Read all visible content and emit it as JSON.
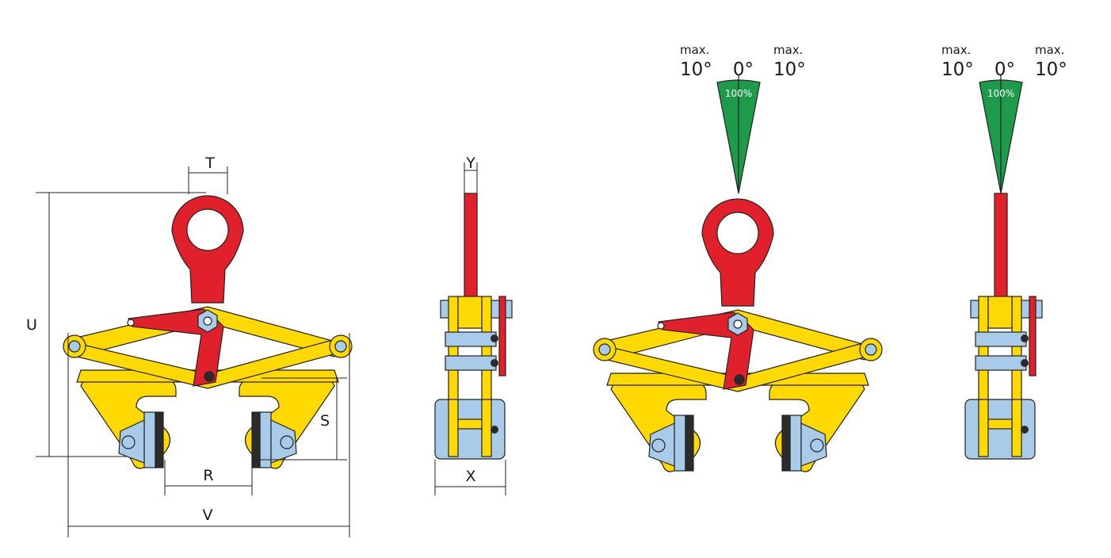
{
  "dimensions": {
    "T": "T",
    "U": "U",
    "S": "S",
    "R": "R",
    "V": "V",
    "Y": "Y",
    "X": "X"
  },
  "angles": {
    "left_label": "max.",
    "left_value": "10°",
    "center_value": "0°",
    "right_label": "max.",
    "right_value": "10°",
    "capacity": "100%"
  },
  "colors": {
    "yellow": "#FFD900",
    "red": "#E0202A",
    "blue": "#A9CBEA",
    "green": "#1E9A4B",
    "black": "#2b2b2b"
  }
}
